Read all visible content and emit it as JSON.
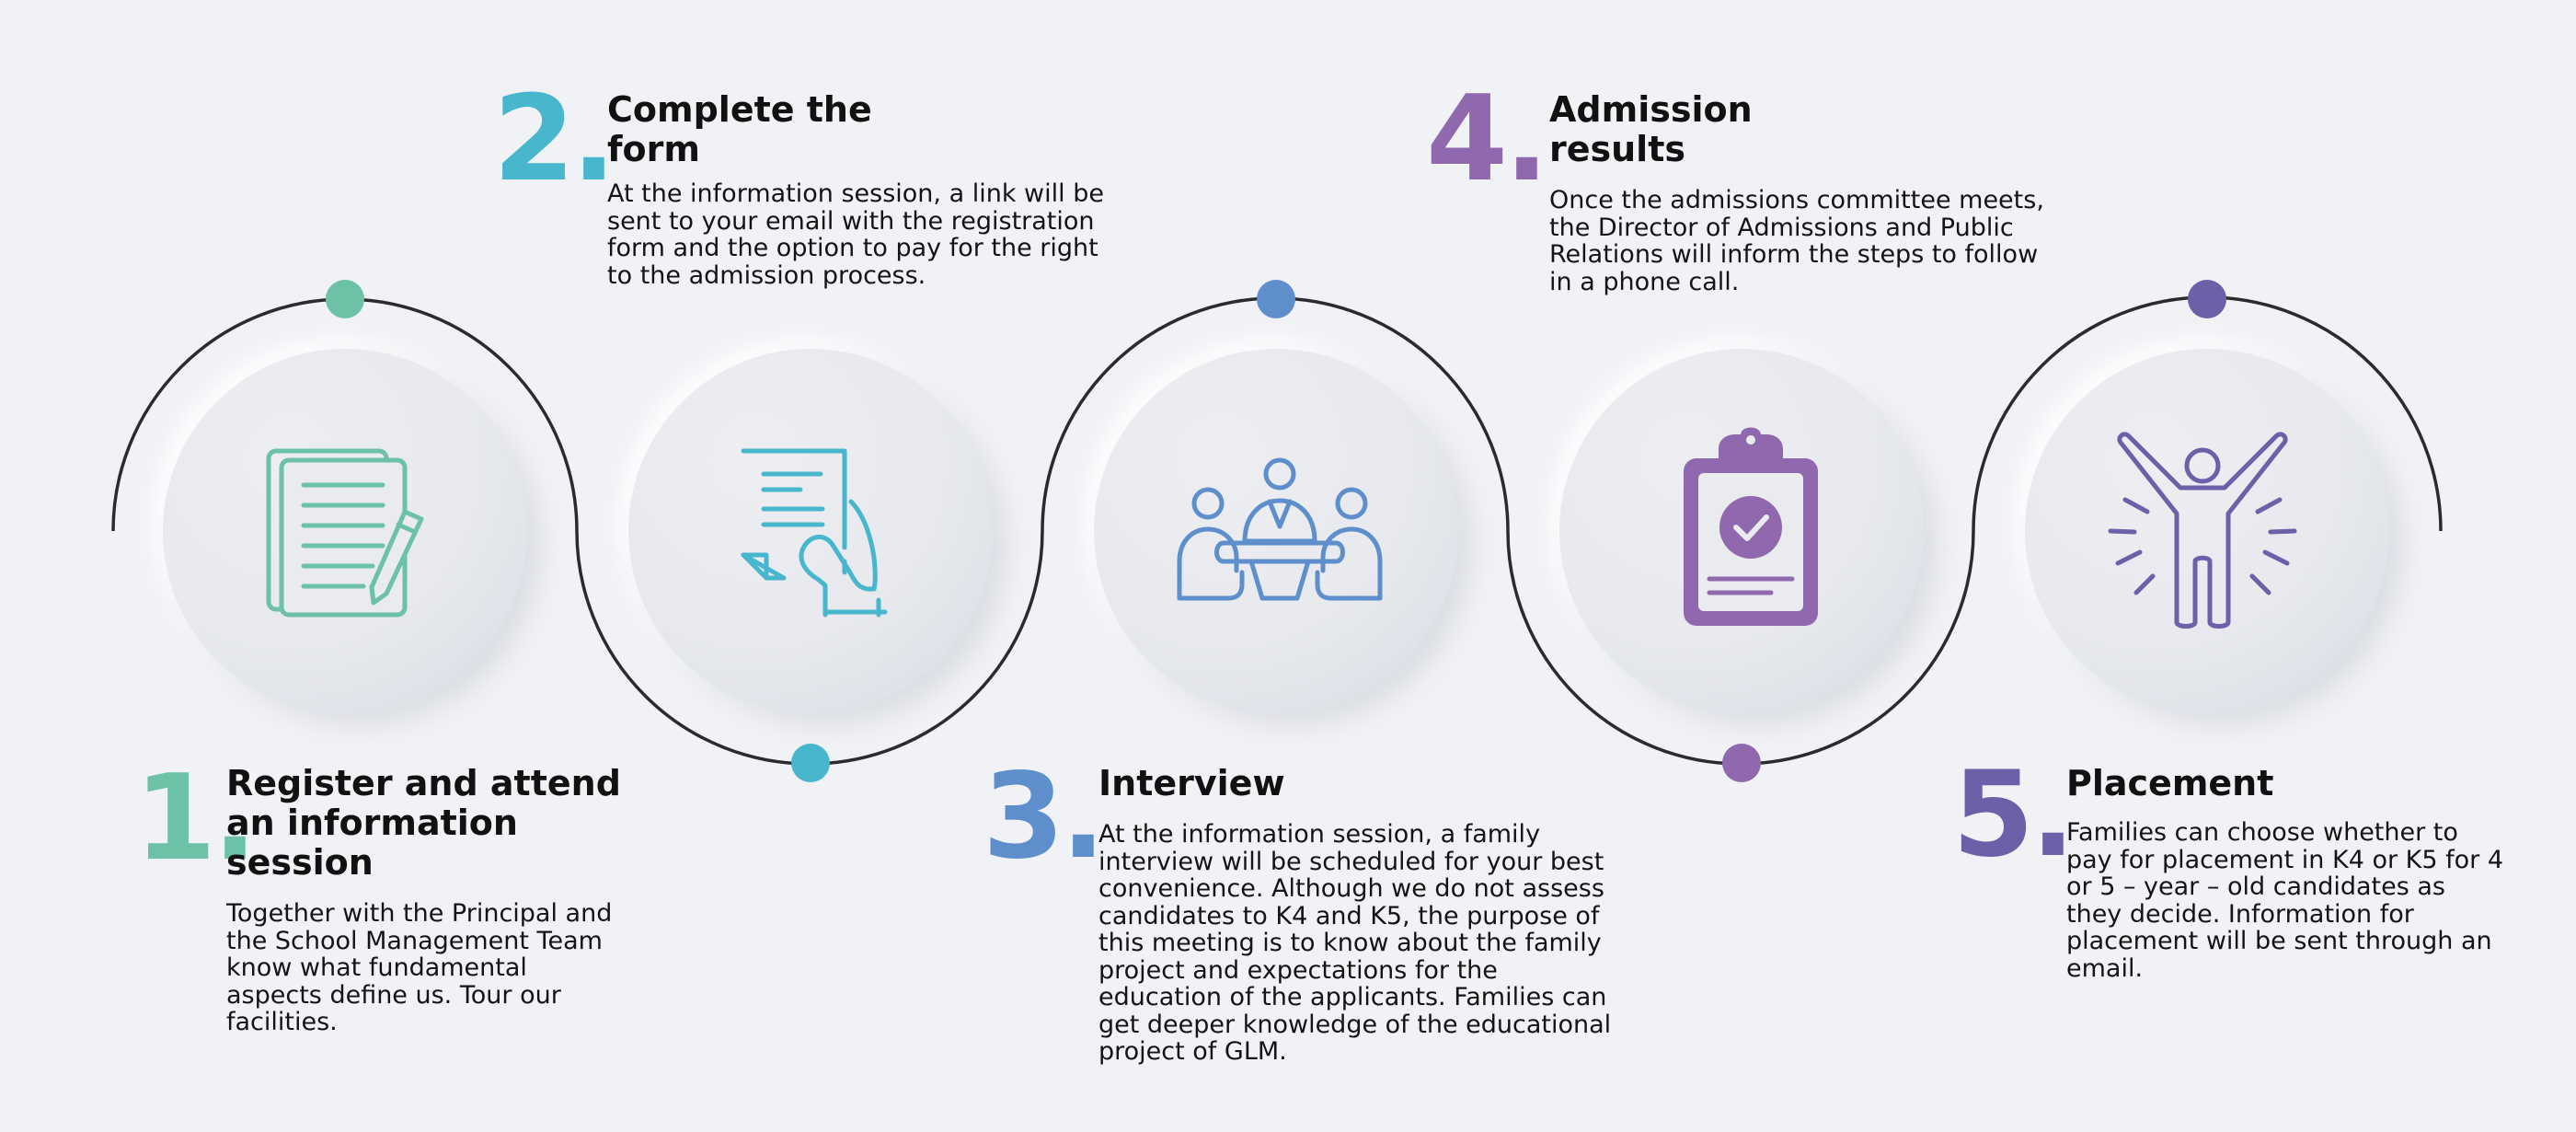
{
  "colors": {
    "background": "#f1f2f6",
    "line": "#2b2b2b",
    "step1": "#6cc1a6",
    "step2": "#48b6cd",
    "step3": "#5e8fcc",
    "step4": "#8f68ad",
    "step5": "#6c60a9"
  },
  "steps": [
    {
      "number": "1.",
      "title": "Register and attend an information session",
      "text": "Together with the Principal and the School Management Team know what fundamental aspects define us. Tour our facilities.",
      "icon": "documents-pen-icon"
    },
    {
      "number": "2.",
      "title": "Complete the form",
      "text": "At the information session, a link will be sent to your email with the registration form and the option to pay for the right to the admission process.",
      "icon": "hand-holding-form-icon"
    },
    {
      "number": "3.",
      "title": "Interview",
      "text": "At the information session, a family interview will be scheduled for your best convenience. Although we do not assess candidates to K4 and K5, the purpose of this meeting is to know about the family project and expectations for the education of the applicants. Families can get deeper knowledge of the educational project of GLM.",
      "icon": "meeting-icon"
    },
    {
      "number": "4.",
      "title": "Admission results",
      "text": "Once the admissions committee meets, the Director of Admissions and Public Relations will inform the steps to follow in a phone call.",
      "icon": "clipboard-check-icon"
    },
    {
      "number": "5.",
      "title": "Placement",
      "text": "Families can choose whether to pay for placement in K4 or K5 for 4 or 5 – year – old candidates as they decide. Information for placement will be sent through an email.",
      "icon": "celebrating-person-icon"
    }
  ]
}
